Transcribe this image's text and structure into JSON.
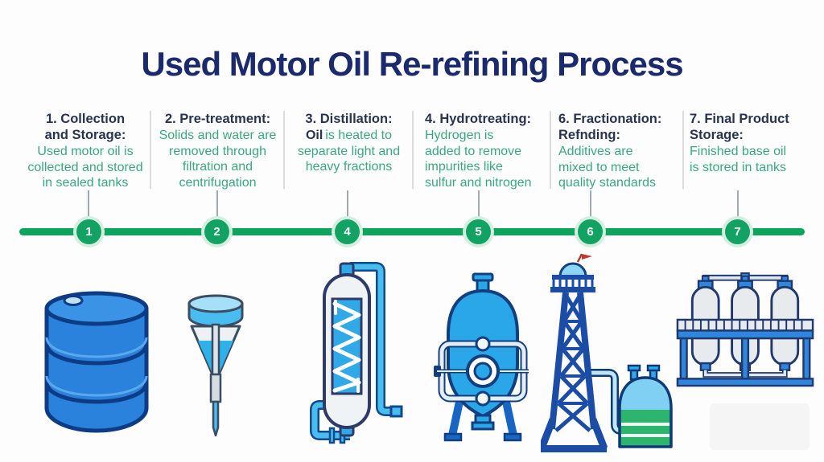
{
  "title": "Used Motor Oil Re-refining Process",
  "colors": {
    "title_navy": "#1a2a6c",
    "heading_navy": "#273350",
    "body_green": "#3aa87e",
    "timeline_green": "#0ba55e",
    "marker_green": "#12a263",
    "marker_halo": "#d4efe0",
    "marker_text": "#ffffff",
    "divider_gray": "#dcdcdc",
    "connector_gray": "#a2aab3",
    "illustration_blue": "#2b82dc",
    "illustration_light_blue": "#49bdef",
    "illustration_green": "#2db56e"
  },
  "steps": [
    {
      "heading": "1. Collection\nand Storage:",
      "body_lead": "",
      "body": "Used motor oil is\ncollected and stored\nin sealed tanks",
      "marker": "1",
      "illustration": "oil-drum"
    },
    {
      "heading": "2. Pre-treatment:",
      "body_lead": "",
      "body": "Solids and water are\nremoved through\nfiltration and\ncentrifugation",
      "marker": "2",
      "illustration": "filtration-funnel"
    },
    {
      "heading": "3. Distillation:",
      "body_lead": "Oil",
      "body": "is heated to\nseparate light and\nheavy fractions",
      "marker": "4",
      "illustration": "distillation-column"
    },
    {
      "heading": "4. Hydrotreating:",
      "body_lead": "",
      "body": "Hydrogen is\nadded to remove\nimpurities like\nsulfur and nitrogen",
      "marker": "5",
      "illustration": "hydrotreating-vessel"
    },
    {
      "heading": "6. Fractionation:\nRefnding:",
      "body_lead": "",
      "body": "Additives are\nmixed to meet\nquality standards",
      "marker": "6",
      "illustration": "fractionation-tower"
    },
    {
      "heading": "7. Final Product\nStorage:",
      "body_lead": "",
      "body": "Finished base oil\nis stored in tanks",
      "marker": "7",
      "illustration": "storage-tanks"
    }
  ]
}
